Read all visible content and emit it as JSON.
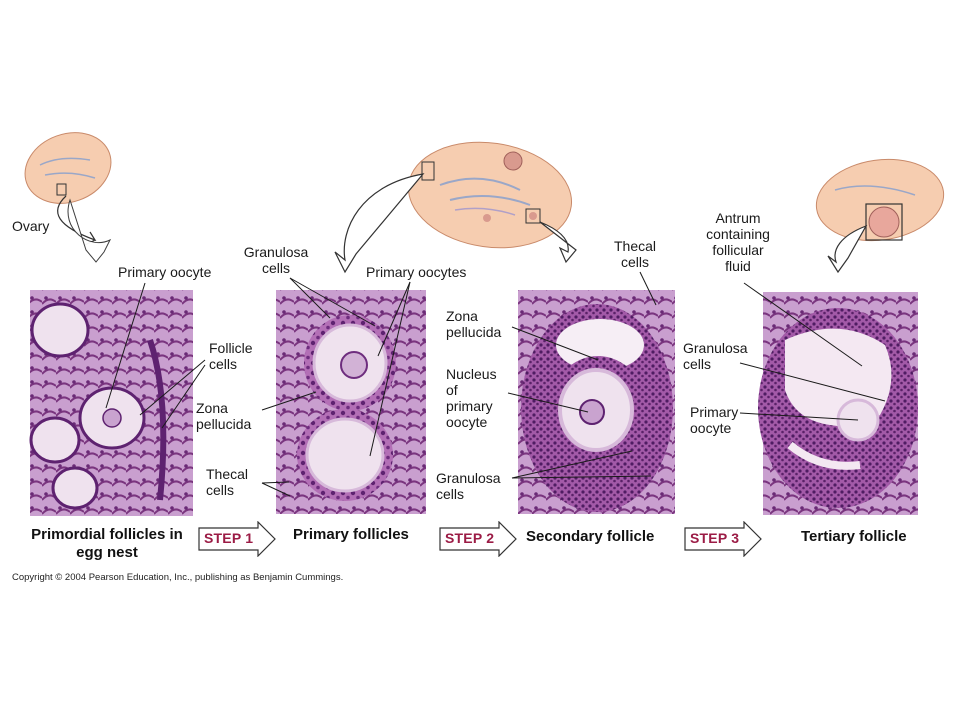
{
  "labels": {
    "ovary": "Ovary",
    "primary_oocyte_1": "Primary oocyte",
    "follicle_cells": "Follicle\ncells",
    "granulosa_1": "Granulosa\ncells",
    "primary_oocytes": "Primary oocytes",
    "zona_pellucida_1": "Zona\npellucida",
    "thecal_cells_1": "Thecal\ncells",
    "thecal_cells_2": "Thecal\ncells",
    "zona_pellucida_2": "Zona\npellucida",
    "nucleus": "Nucleus\nof\nprimary\noocyte",
    "granulosa_2": "Granulosa\ncells",
    "antrum": "Antrum\ncontaining\nfollicular\nfluid",
    "granulosa_3": "Granulosa\ncells",
    "primary_oocyte_2": "Primary\noocyte"
  },
  "titles": {
    "stage1": "Primordial follicles in\negg nest",
    "stage2": "Primary follicles",
    "stage3": "Secondary follicle",
    "stage4": "Tertiary follicle"
  },
  "steps": [
    "STEP 1",
    "STEP 2",
    "STEP 3"
  ],
  "copyright": "Copyright © 2004 Pearson Education, Inc., publishing as Benjamin Cummings.",
  "colors": {
    "ovary_fill": "#f6cdb0",
    "tissue_purple": "#8a3f8f",
    "tissue_light": "#efe2ee",
    "step_text": "#9b1b45"
  }
}
